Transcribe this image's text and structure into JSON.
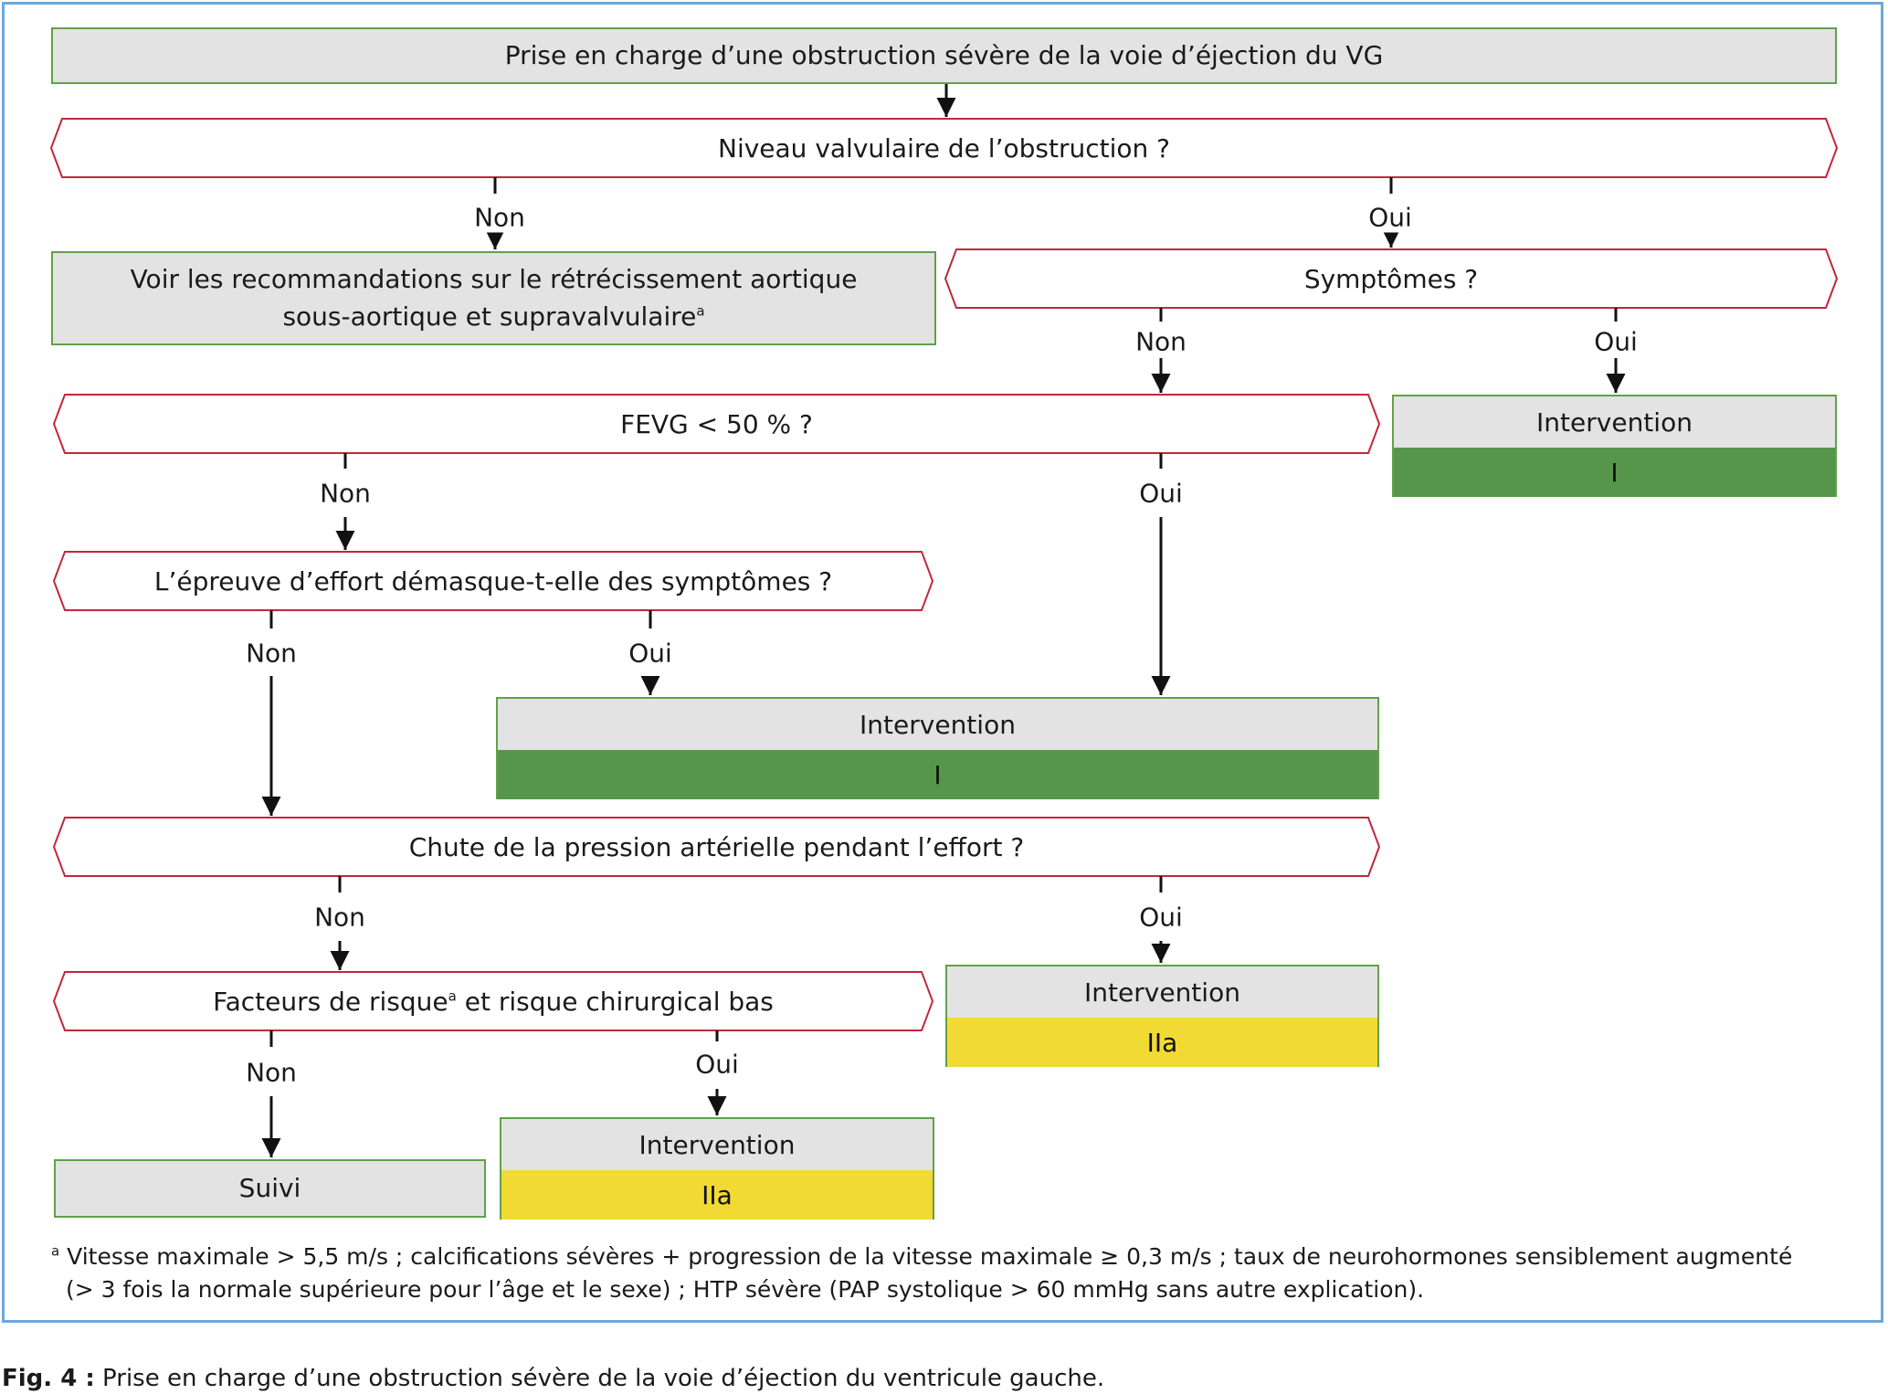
{
  "nodes": {
    "title": "Prise en charge d’une obstruction sévère de la voie d’éjection du VG",
    "q_valvulaire": "Niveau valvulaire de l’obstruction ?",
    "voir_line1": "Voir les recommandations sur le rétrécissement aortique",
    "voir_line2": "sous-aortique et supravalvulaire",
    "symptomes": "Symptômes ?",
    "fevg": "FEVG < 50 % ?",
    "epreuve": "L’épreuve d’effort démasque-t-elle des symptômes ?",
    "chute": "Chute de la pression artérielle pendant l’effort ?",
    "facteurs_pre": "Facteurs de risque",
    "facteurs_post": " et risque chirurgical bas",
    "suivi": "Suivi",
    "footnote_marker": "a"
  },
  "interventions": [
    {
      "label": "Intervention",
      "class": "I",
      "color": "#56964a"
    },
    {
      "label": "Intervention",
      "class": "I",
      "color": "#56964a"
    },
    {
      "label": "Intervention",
      "class": "IIa",
      "color": "#f2da34"
    },
    {
      "label": "Intervention",
      "class": "IIa",
      "color": "#f2da34"
    }
  ],
  "branch_labels": {
    "no": "Non",
    "yes": "Oui"
  },
  "footnote": {
    "marker": "a",
    "line1": " Vitesse maximale > 5,5 m/s ; calcifications sévères + progression de la vitesse maximale ≥ 0,3 m/s ; taux de neurohormones sensiblement augmenté",
    "line2": "(> 3 fois la normale supérieure pour l’âge et le sexe) ; HTP sévère (PAP systolique > 60 mmHg sans autre explication)."
  },
  "caption": {
    "prefix": "Fig. 4 :",
    "text": " Prise en charge d’une obstruction sévère de la voie d’éjection du ventricule gauche."
  },
  "colors": {
    "decision_border": "#c0283a",
    "action_border": "#62a048",
    "frame": "#6aa8dc"
  }
}
